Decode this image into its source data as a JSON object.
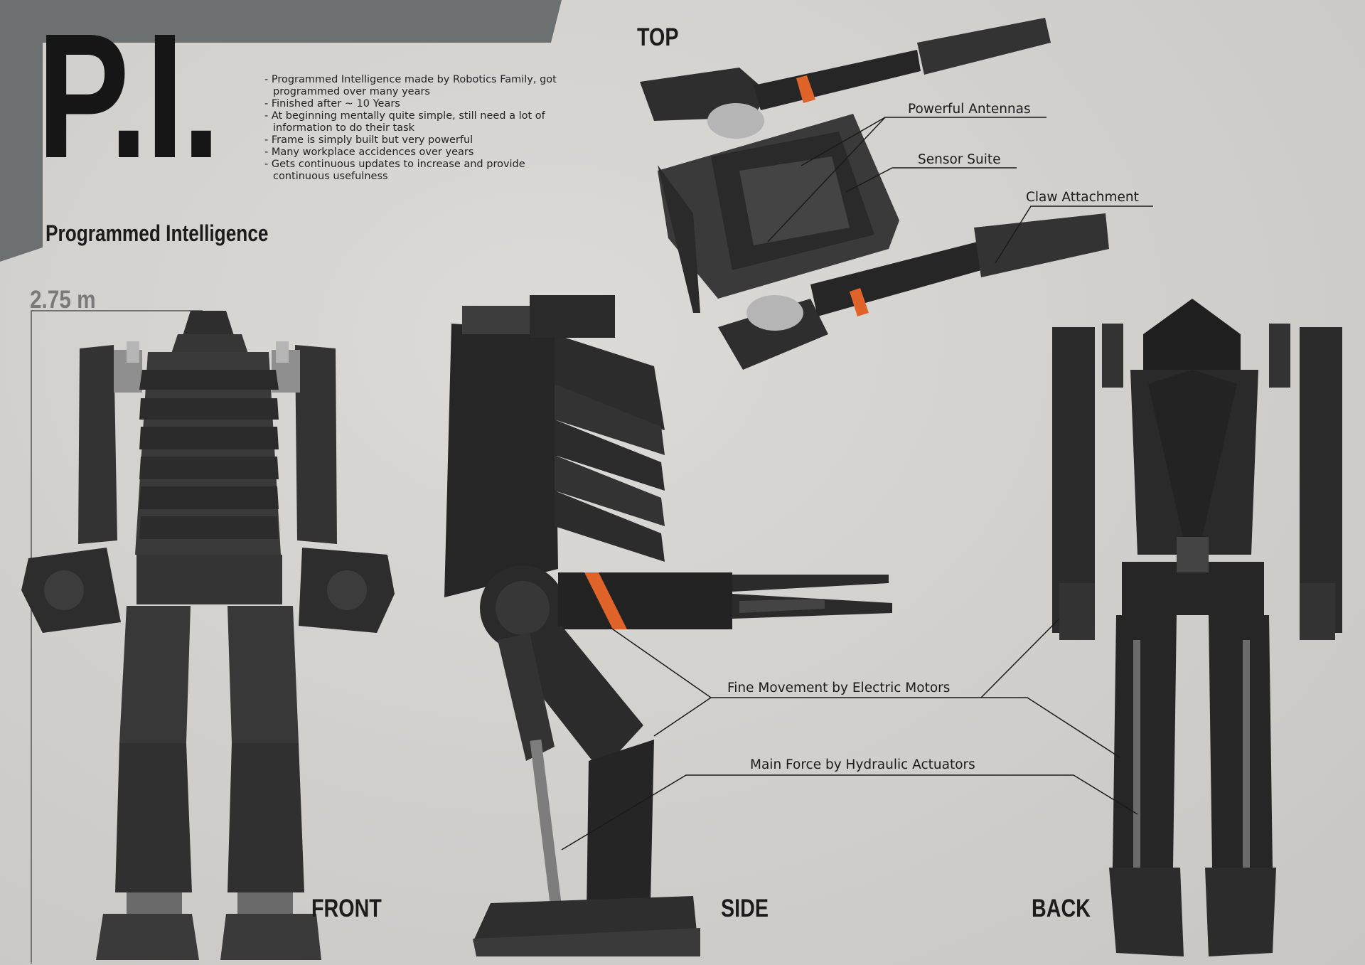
{
  "title": {
    "main": "P.I.",
    "subtitle": "Programmed Intelligence"
  },
  "notes": [
    "Programmed Intelligence made by Robotics Family, got programmed over many years",
    "Finished after ~ 10 Years",
    "At beginning mentally quite simple, still need a lot of information to do their task",
    "Frame is simply built but very powerful",
    "Many workplace accidences over years",
    "Gets continuous updates to increase and provide continuous usefulness"
  ],
  "dimensions": {
    "height": "2.75 m"
  },
  "views": {
    "top": "TOP",
    "front": "FRONT",
    "side": "SIDE",
    "back": "BACK"
  },
  "callouts": {
    "antennas": "Powerful Antennas",
    "sensors": "Sensor Suite",
    "claw": "Claw Attachment",
    "motors": "Fine Movement by Electric Motors",
    "hydraulics": "Main Force by Hydraulic Actuators"
  },
  "colors": {
    "banner": "#6d7071",
    "background": "#d3d1ce",
    "robot_dark": "#2a2a2a",
    "robot_mid": "#3a3a3a",
    "robot_light": "#9c9c9c",
    "accent": "#e0642a"
  }
}
